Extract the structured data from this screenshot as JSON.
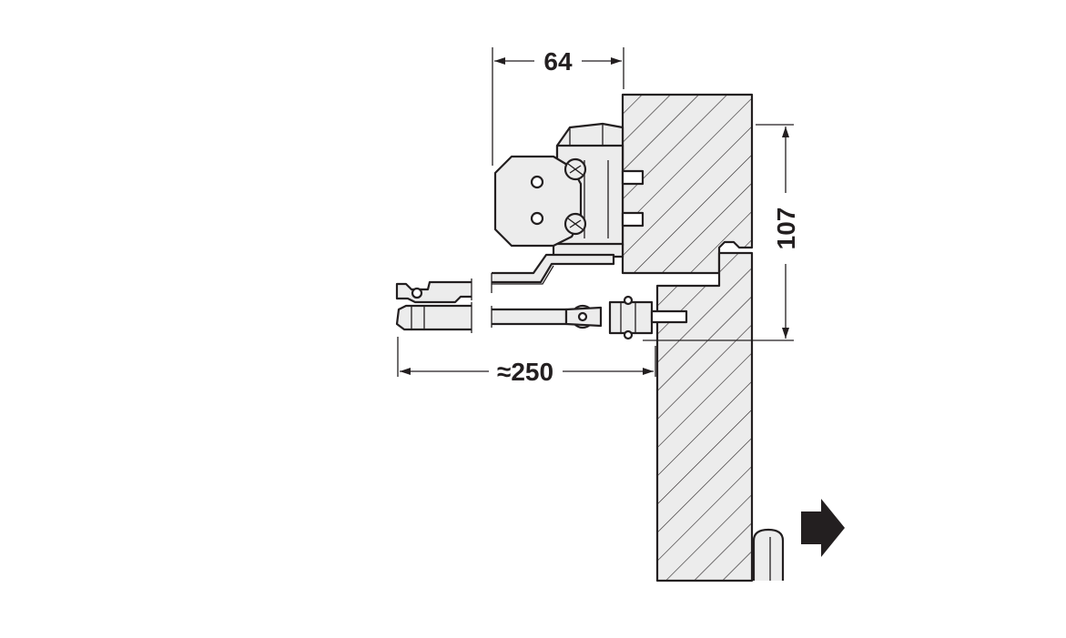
{
  "dimensions": {
    "width_label": "64",
    "height_label": "107",
    "arm_length_label": "≈250"
  },
  "colors": {
    "line": "#231f20",
    "body_fill": "#ececec",
    "background": "#ffffff"
  },
  "icons": {
    "direction": "arrow-right-icon"
  }
}
